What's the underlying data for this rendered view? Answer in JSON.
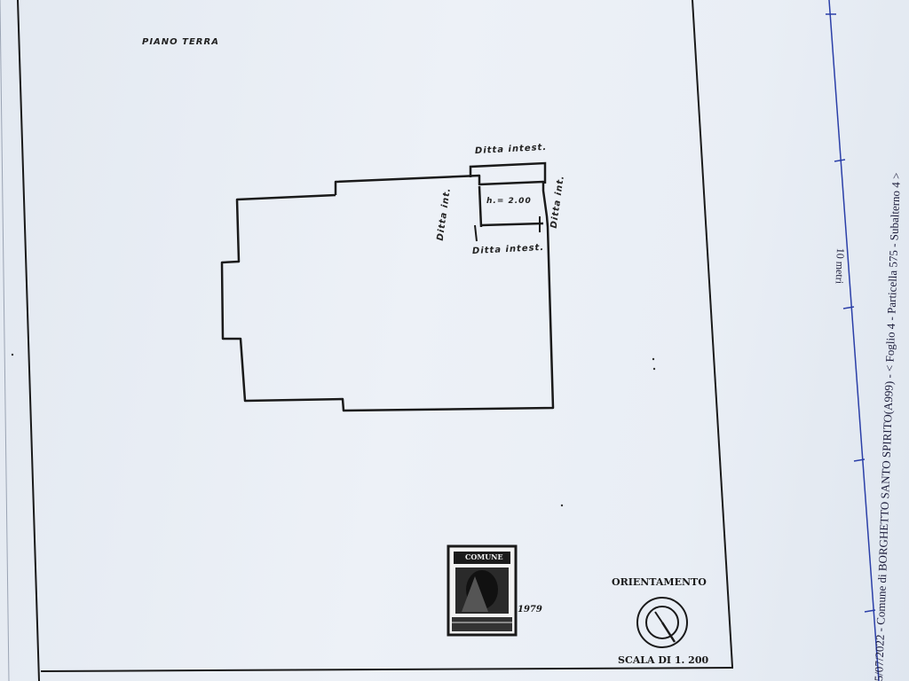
{
  "drawing": {
    "floor_label": "PIANO TERRA",
    "neighbors": {
      "top": "Ditta intest.",
      "bottom": "Ditta intest.",
      "left": "Ditta int.",
      "right": "Ditta int."
    },
    "room_height": "h.= 2.00"
  },
  "stamp": {
    "header": "COMUNE",
    "year": "1979"
  },
  "orientation": {
    "label": "ORIENTAMENTO"
  },
  "scale": {
    "label": "SCALA DI 1. 200"
  },
  "sheet_margin": {
    "header": "5/07/2022 - Comune di BORGHETTO SANTO SPIRITO(A999) - < Foglio 4 - Particella 575 - Subalterno 4 >",
    "unit": "10 metri"
  },
  "colors": {
    "ink": "#1a1a1a",
    "blue_line": "#2b3fa8",
    "paper": "#e9eef5"
  }
}
